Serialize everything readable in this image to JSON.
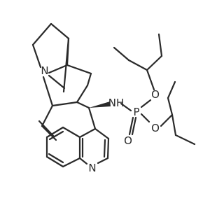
{
  "atoms": {
    "quinuclidine_n": "N",
    "amide_n": "NH",
    "phosphorus": "P",
    "ester_o_upper": "O",
    "ester_o_lower": "O",
    "phosphoryl_o": "O",
    "quinoline_n": "N"
  }
}
